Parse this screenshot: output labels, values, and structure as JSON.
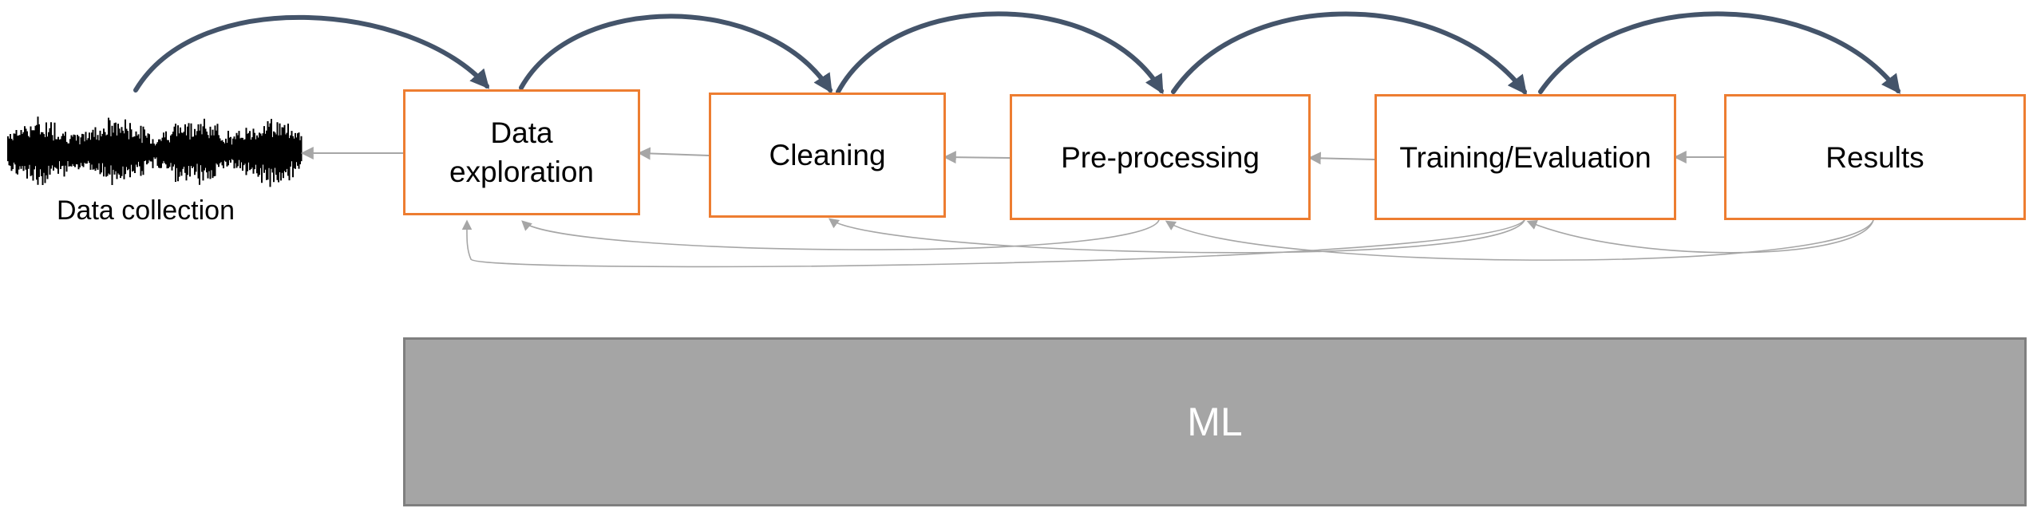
{
  "source": {
    "label": "Data collection",
    "icon": "waveform-icon"
  },
  "stages": [
    {
      "id": "data-exploration",
      "label": "Data\nexploration"
    },
    {
      "id": "cleaning",
      "label": "Cleaning"
    },
    {
      "id": "pre-processing",
      "label": "Pre-processing"
    },
    {
      "id": "training-evaluation",
      "label": "Training/Evaluation"
    },
    {
      "id": "results",
      "label": "Results"
    }
  ],
  "ml_bar": {
    "label": "ML"
  },
  "colors": {
    "stage_border": "#ED7D31",
    "forward_arrow": "#44546A",
    "feedback_arrow": "#A6A6A6",
    "ml_fill": "#A5A5A5",
    "ml_border": "#7F7F7F",
    "waveform": "#000000"
  }
}
